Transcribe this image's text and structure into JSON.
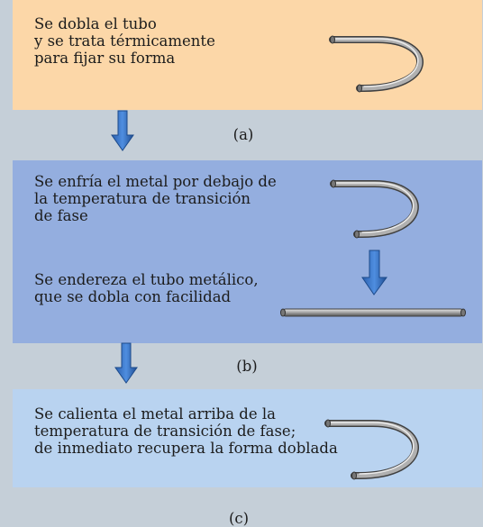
{
  "panels": {
    "a": {
      "text": "Se dobla el tubo\ny se trata térmicamente\npara fijar su forma",
      "label": "(a)"
    },
    "b": {
      "text_1": "Se enfría el metal por debajo de\nla temperatura de transición\nde fase",
      "text_2": "Se endereza el tubo metálico,\nque se dobla con facilidad",
      "label": "(b)"
    },
    "c": {
      "text": "Se calienta el metal arriba de la\ntemperatura de transición de fase;\nde inmediato recupera la forma doblada",
      "label": "(c)"
    }
  },
  "colors": {
    "background": "#c5cfd8",
    "panel_a": "#fcd7a8",
    "panel_b": "#94aedf",
    "panel_c": "#b9d3f0",
    "arrow": "#2f6fc4",
    "tube": "#8a8a8a"
  },
  "icons": {
    "tube_bent": "bent-tube-icon",
    "tube_straight": "straight-tube-icon",
    "arrow": "down-arrow-icon"
  }
}
